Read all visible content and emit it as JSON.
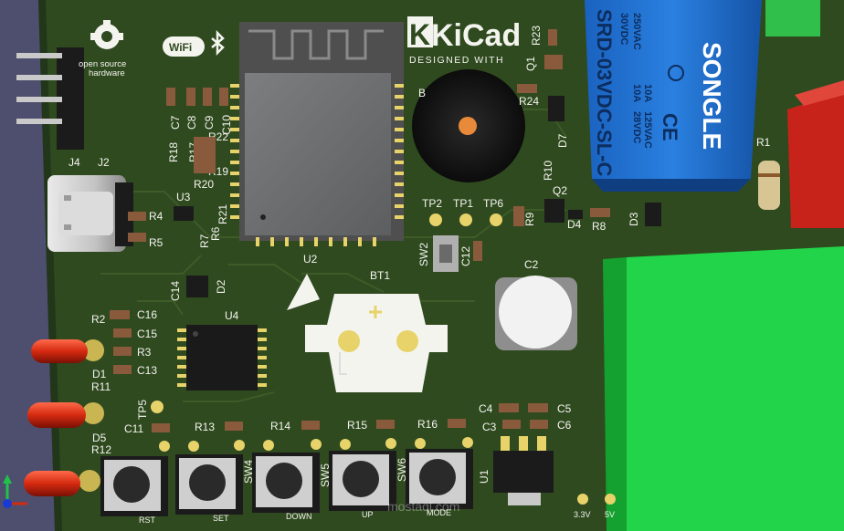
{
  "colors": {
    "background": "#4e4e6e",
    "pcb": "#2f4a1f",
    "pcb_edge": "#22361a",
    "silkscreen": "#f4f4ef",
    "pad_gold": "#e7d36a",
    "relay_blue": "#1f6fd0",
    "terminal_green": "#22d44a",
    "led_red": "#d42a10",
    "capacitor_red": "#c8231a",
    "module_gray": "#6f7173"
  },
  "logos": {
    "kicad_name": "KiCad",
    "kicad_tagline": "DESIGNED WITH",
    "oshw_line1": "open source",
    "oshw_line2": "hardware",
    "wifi": "WiFi",
    "bluetooth_icon": "bluetooth-icon",
    "gear_icon": "gear-icon"
  },
  "relay": {
    "brand": "SONGLE",
    "model": "SRD-03VDC-SL-C",
    "rating_ac_current": "10A",
    "rating_ac_voltage": "250VAC",
    "rating_ac2_current": "10A",
    "rating_ac2_voltage": "125VAC",
    "rating_dc_voltage": "30VDC",
    "rating_dc2_voltage": "28VDC",
    "ce_mark": "CE"
  },
  "refs": {
    "J4": "J4",
    "J2": "J2",
    "U2": "U2",
    "U3": "U3",
    "U4": "U4",
    "U1": "U1",
    "BT1": "BT1",
    "C2": "C2",
    "B1": "B",
    "SW2": "SW2",
    "TP1": "TP1",
    "TP2": "TP2",
    "TP6": "TP6",
    "TP5": "TP5",
    "C7": "C7",
    "C8": "C8",
    "C9": "C9",
    "C10": "C10",
    "C3": "C3",
    "C4": "C4",
    "C5": "C5",
    "C6": "C6",
    "C11": "C11",
    "C12": "C12",
    "C13": "C13",
    "C14": "C14",
    "C15": "C15",
    "C16": "C16",
    "R1": "R1",
    "R2": "R2",
    "R3": "R3",
    "R4": "R4",
    "R5": "R5",
    "R6": "R6",
    "R7": "R7",
    "R8": "R8",
    "R9": "R9",
    "R10": "R10",
    "R11": "R11",
    "R12": "R12",
    "R13": "R13",
    "R14": "R14",
    "R15": "R15",
    "R16": "R16",
    "R17": "R17",
    "R18": "R18",
    "R19": "R19",
    "R20": "R20",
    "R21": "R21",
    "R22": "R22",
    "R23": "R23",
    "R24": "R24",
    "D1": "D1",
    "D2": "D2",
    "D3": "D3",
    "D4": "D4",
    "D5": "D5",
    "D7": "D7",
    "Q1": "Q1",
    "Q2": "Q2",
    "SW4": "SW4",
    "SW5": "SW5",
    "SW6": "SW6"
  },
  "button_labels": {
    "rst": "RST",
    "set": "SET",
    "down": "DOWN",
    "up": "UP",
    "mode": "MODE"
  },
  "test_points": {
    "v33": "3.3V",
    "v5": "5V"
  },
  "watermark": {
    "line1": "mostaql.com"
  }
}
